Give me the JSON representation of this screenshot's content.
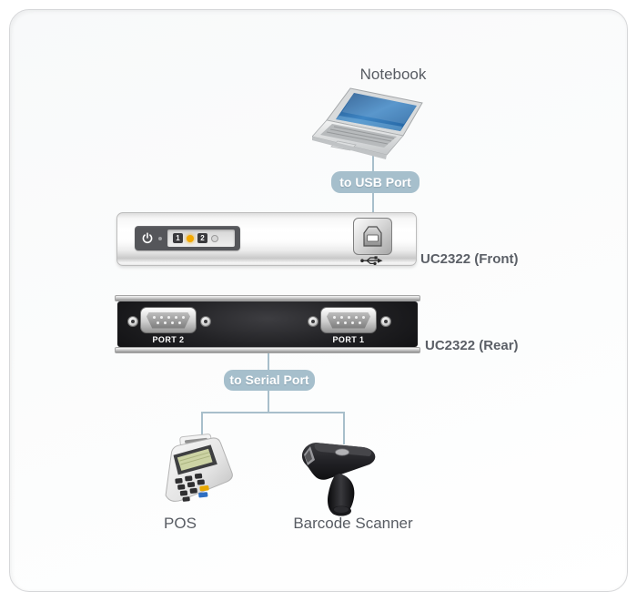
{
  "colors": {
    "connector_line": "#a8bfcb",
    "badge_bg": "#a6bfcc",
    "badge_text": "#ffffff",
    "caption_text": "#585c63",
    "device_label_text": "#5b5f66",
    "led_on": "#f3a800",
    "front_panel_bg": "#55565a",
    "rear_body_bg": "#1a1a1d"
  },
  "nodes": {
    "notebook": {
      "label": "Notebook",
      "icon": "laptop-illustration"
    },
    "usb_badge": {
      "label": "to USB Port"
    },
    "front_device": {
      "label": "UC2322 (Front)",
      "leds": [
        {
          "label": "1",
          "state": "on"
        },
        {
          "label": "2",
          "state": "off"
        }
      ],
      "icons": [
        "power-icon",
        "usb-b-port-icon",
        "usb-trident-icon"
      ]
    },
    "rear_device": {
      "label": "UC2322 (Rear)",
      "ports": [
        {
          "label": "PORT 2"
        },
        {
          "label": "PORT 1"
        }
      ]
    },
    "serial_badge": {
      "label": "to Serial Port"
    },
    "pos": {
      "label": "POS",
      "icon": "pos-terminal-illustration"
    },
    "scanner": {
      "label": "Barcode Scanner",
      "icon": "barcode-scanner-illustration"
    }
  }
}
